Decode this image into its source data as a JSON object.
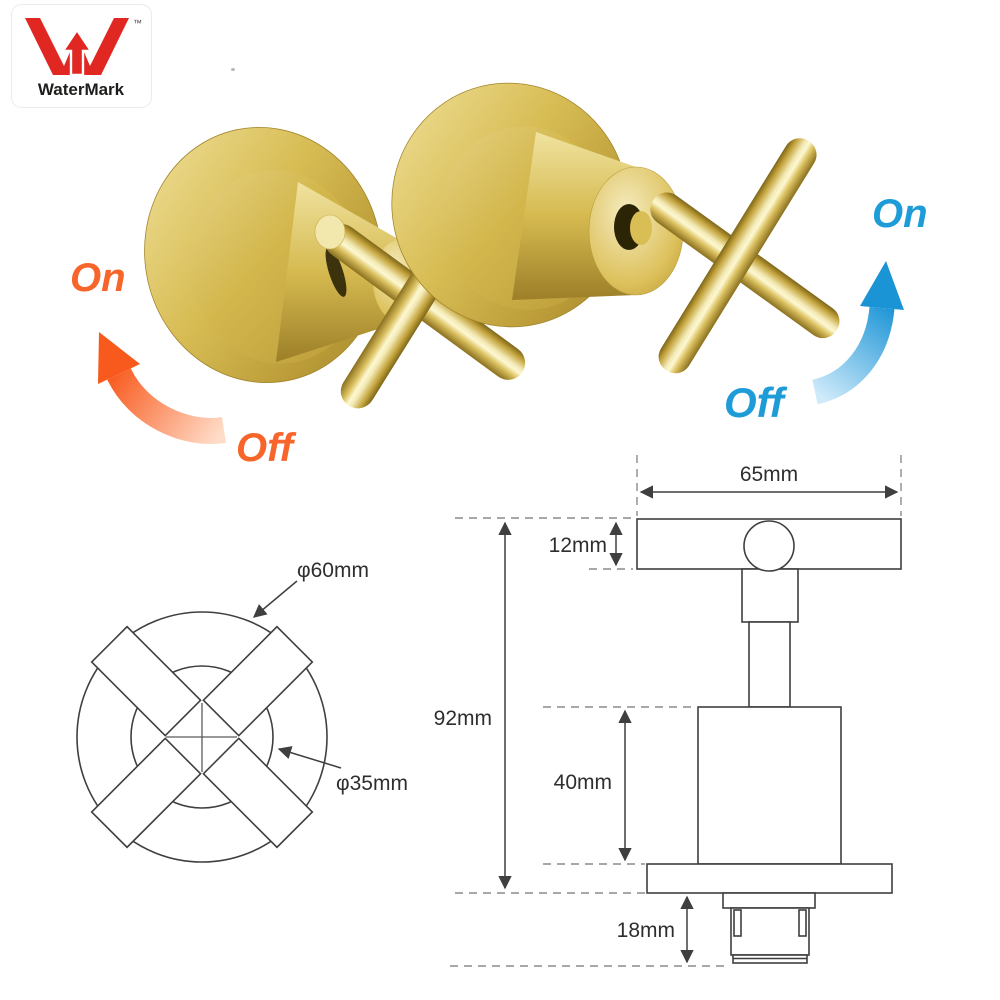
{
  "logo": {
    "name": "WaterMark",
    "tm": "™"
  },
  "annotations": {
    "left_on": "On",
    "left_off": "Off",
    "right_on": "On",
    "right_off": "Off"
  },
  "front_view": {
    "outer": "φ60mm",
    "inner": "φ35mm"
  },
  "side_view": {
    "width": "65mm",
    "top": "12mm",
    "total": "92mm",
    "body": "40mm",
    "bottom": "18mm"
  },
  "colors": {
    "hot_accent": "#F8652A",
    "cold_accent": "#1E9CD8",
    "brand_red": "#E02722",
    "brass_gold": "#D6BB52",
    "drawing_line": "#3F3F3F"
  }
}
